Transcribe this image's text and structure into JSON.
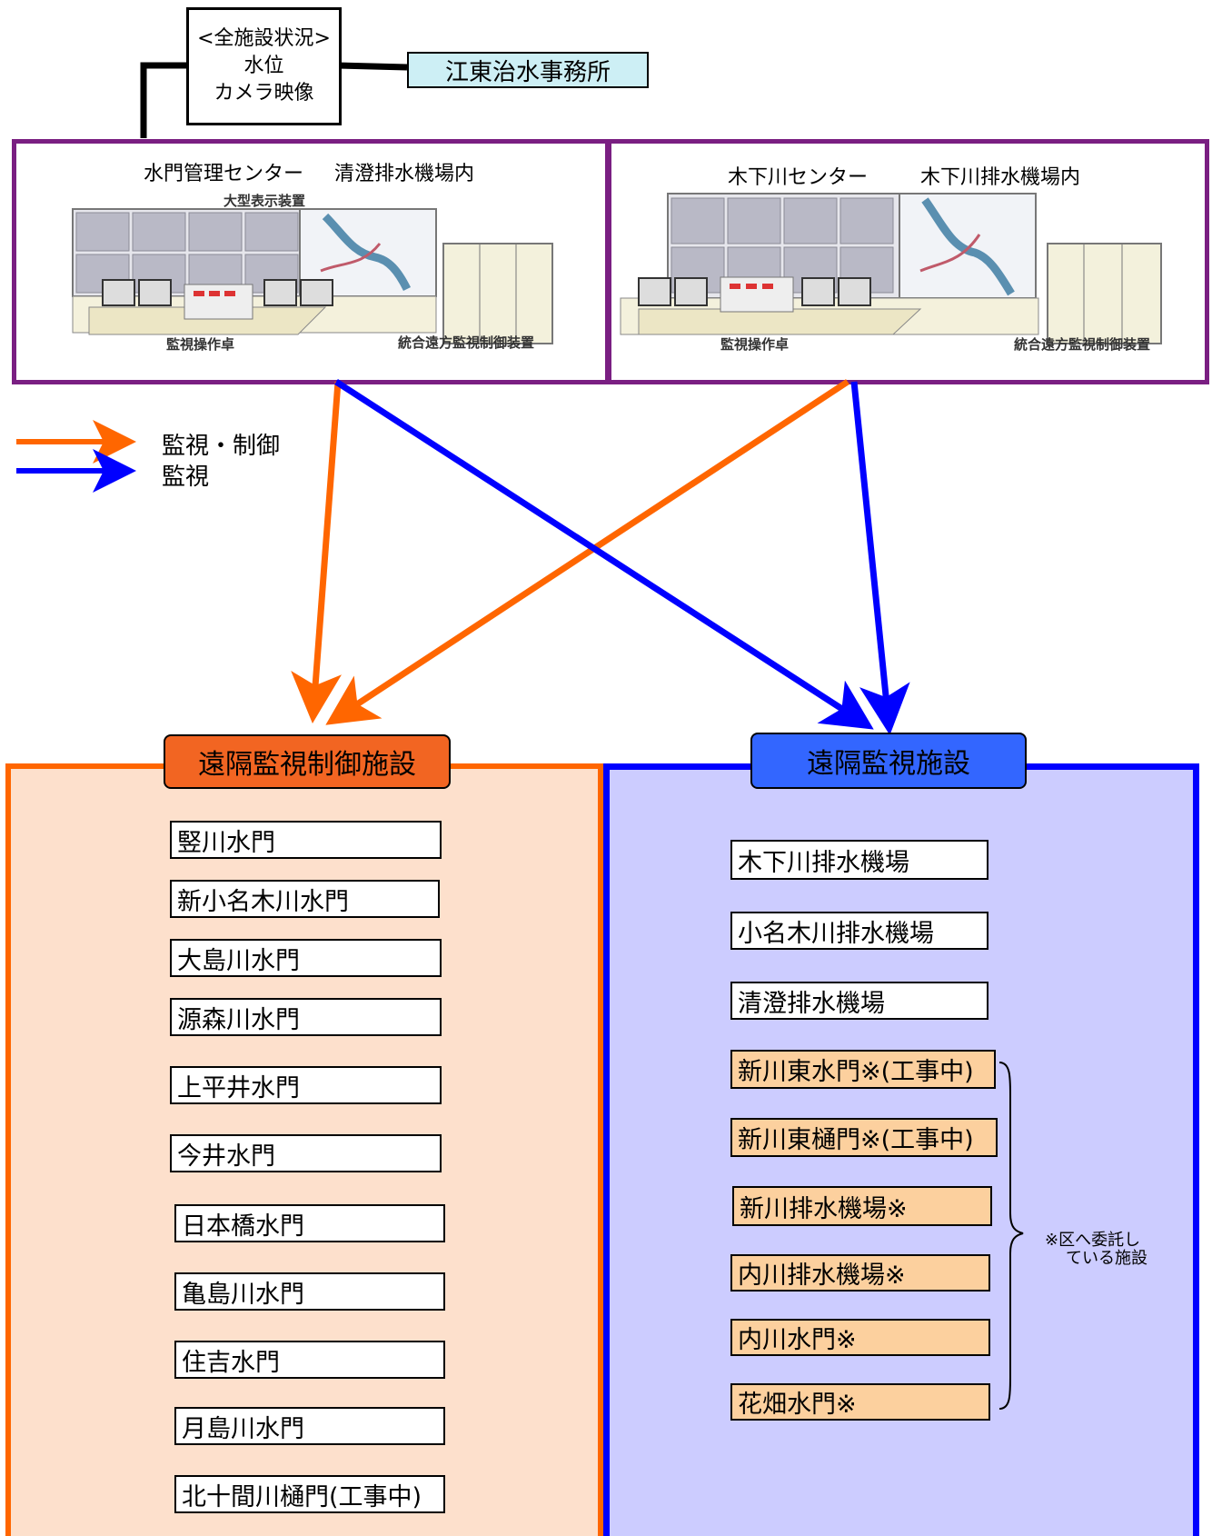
{
  "top": {
    "status_lines": [
      "<全施設状況>",
      "水位",
      "カメラ映像"
    ],
    "office": "江東治水事務所"
  },
  "centers": [
    {
      "title_left": "水門管理センター",
      "title_right": "清澄排水機場内",
      "display_label": "大型表示装置",
      "desk_label": "監視操作卓",
      "cabinet_label": "統合遠方監視制御装置"
    },
    {
      "title_left": "木下川センター",
      "title_right": "木下川排水機場内",
      "desk_label": "監視操作卓",
      "cabinet_label": "統合遠方監視制御装置"
    }
  ],
  "legend": [
    {
      "label": "監視・制御",
      "color": "#ff6600"
    },
    {
      "label": "監視",
      "color": "#0000ff"
    }
  ],
  "control_section": {
    "header": "遠隔監視制御施設",
    "header_color": "#f26522",
    "bg_color": "#fde0cc",
    "border_color": "#ff6600",
    "items": [
      "竪川水門",
      "新小名木川水門",
      "大島川水門",
      "源森川水門",
      "上平井水門",
      "今井水門",
      "日本橋水門",
      "亀島川水門",
      "住吉水門",
      "月島川水門",
      "北十間川樋門(工事中)"
    ]
  },
  "monitor_section": {
    "header": "遠隔監視施設",
    "header_color": "#3366ff",
    "bg_color": "#ccccff",
    "border_color": "#0000ff",
    "items": [
      "木下川排水機場",
      "小名木川排水機場",
      "清澄排水機場",
      "新川東水門※(工事中)",
      "新川東樋門※(工事中)",
      "新川排水機場※",
      "内川排水機場※",
      "内川水門※",
      "花畑水門※"
    ],
    "note_lines": [
      "※区へ委託し",
      "ている施設"
    ]
  }
}
